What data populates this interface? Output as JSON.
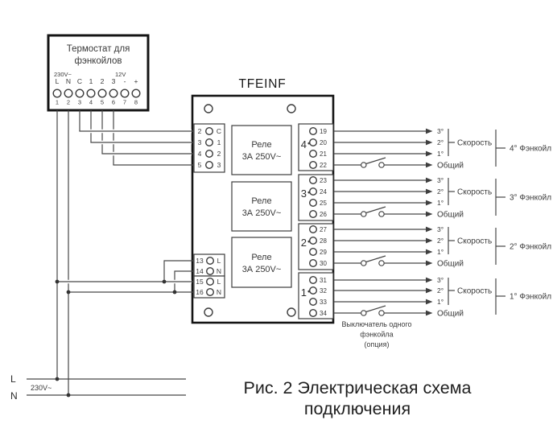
{
  "colors": {
    "line": "#474747",
    "box": "#141414",
    "text": "#3a3a3a"
  },
  "thermostat": {
    "title1": "Термостат для",
    "title2": "фэнкойлов",
    "v_left": "230V~",
    "v_right": "12V",
    "letters": [
      "L",
      "N",
      "C",
      "1",
      "2",
      "3",
      "-",
      "+"
    ],
    "numbers": [
      "1",
      "2",
      "3",
      "4",
      "5",
      "6",
      "7",
      "8"
    ]
  },
  "mains": {
    "l": "L",
    "n": "N",
    "voltage": "230V~"
  },
  "tfeinf": {
    "title": "TFEINF",
    "relay1": "Реле",
    "relay2": "3А 250V~",
    "left_top": [
      {
        "n": "2",
        "t": "C"
      },
      {
        "n": "3",
        "t": "1"
      },
      {
        "n": "4",
        "t": "2"
      },
      {
        "n": "5",
        "t": "3"
      }
    ],
    "left_bottom": [
      {
        "n": "13",
        "t": "L"
      },
      {
        "n": "14",
        "t": "N"
      },
      {
        "n": "15",
        "t": "L"
      },
      {
        "n": "16",
        "t": "N"
      }
    ],
    "groups": [
      {
        "num": "4",
        "mark": "•",
        "terminals": [
          "19",
          "20",
          "21",
          "22"
        ]
      },
      {
        "num": "3",
        "mark": "•",
        "terminals": [
          "23",
          "24",
          "25",
          "26"
        ]
      },
      {
        "num": "2",
        "mark": "•",
        "terminals": [
          "27",
          "28",
          "29",
          "30"
        ]
      },
      {
        "num": "1",
        "mark": "•",
        "terminals": [
          "31",
          "32",
          "33",
          "34"
        ]
      }
    ]
  },
  "outputs": {
    "taps": [
      "3°",
      "2°",
      "1°"
    ],
    "speed": "Скорость",
    "common": "Общий",
    "fans": [
      "4° Фэнкойл",
      "3° Фэнкойл",
      "2° Фэнкойл",
      "1° Фэнкойл"
    ]
  },
  "note": {
    "l1": "Выключатель одного",
    "l2": "фэнкойла",
    "l3": "(опция)"
  },
  "caption": {
    "l1": "Рис. 2 Электрическая схема",
    "l2": "подключения"
  }
}
